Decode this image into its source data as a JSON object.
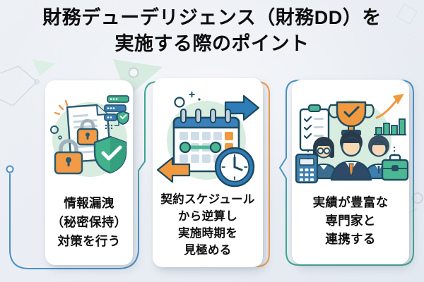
{
  "title": {
    "line1": "財務デューデリジェンス（財務DD）を",
    "line2": "実施する際のポイント"
  },
  "cards": [
    {
      "name": "information-leak-prevention",
      "illustration_icon": "document-padlock-shield-illustration",
      "text_lines": [
        "情報漏洩",
        "（秘密保持）",
        "対策を行う"
      ]
    },
    {
      "name": "schedule-back-calculation",
      "illustration_icon": "calendar-clock-arrows-illustration",
      "text_lines": [
        "契約スケジュール",
        "から逆算し",
        "実施時期を",
        "見極める"
      ]
    },
    {
      "name": "expert-collaboration",
      "illustration_icon": "experts-trophy-chart-illustration",
      "text_lines": [
        "実績が豊富な",
        "専門家と",
        "連携する"
      ]
    }
  ],
  "colors": {
    "background": "#eaeef3",
    "card_background": "#ffffff",
    "title_text": "#0d0d0d",
    "card_text": "#101010",
    "accent_blue": "#4a90c6",
    "accent_teal": "#3da78f",
    "accent_orange": "#ef9a4b",
    "illustration_circle": "#d8ecdf",
    "illustration_outline": "#1d4a60"
  }
}
